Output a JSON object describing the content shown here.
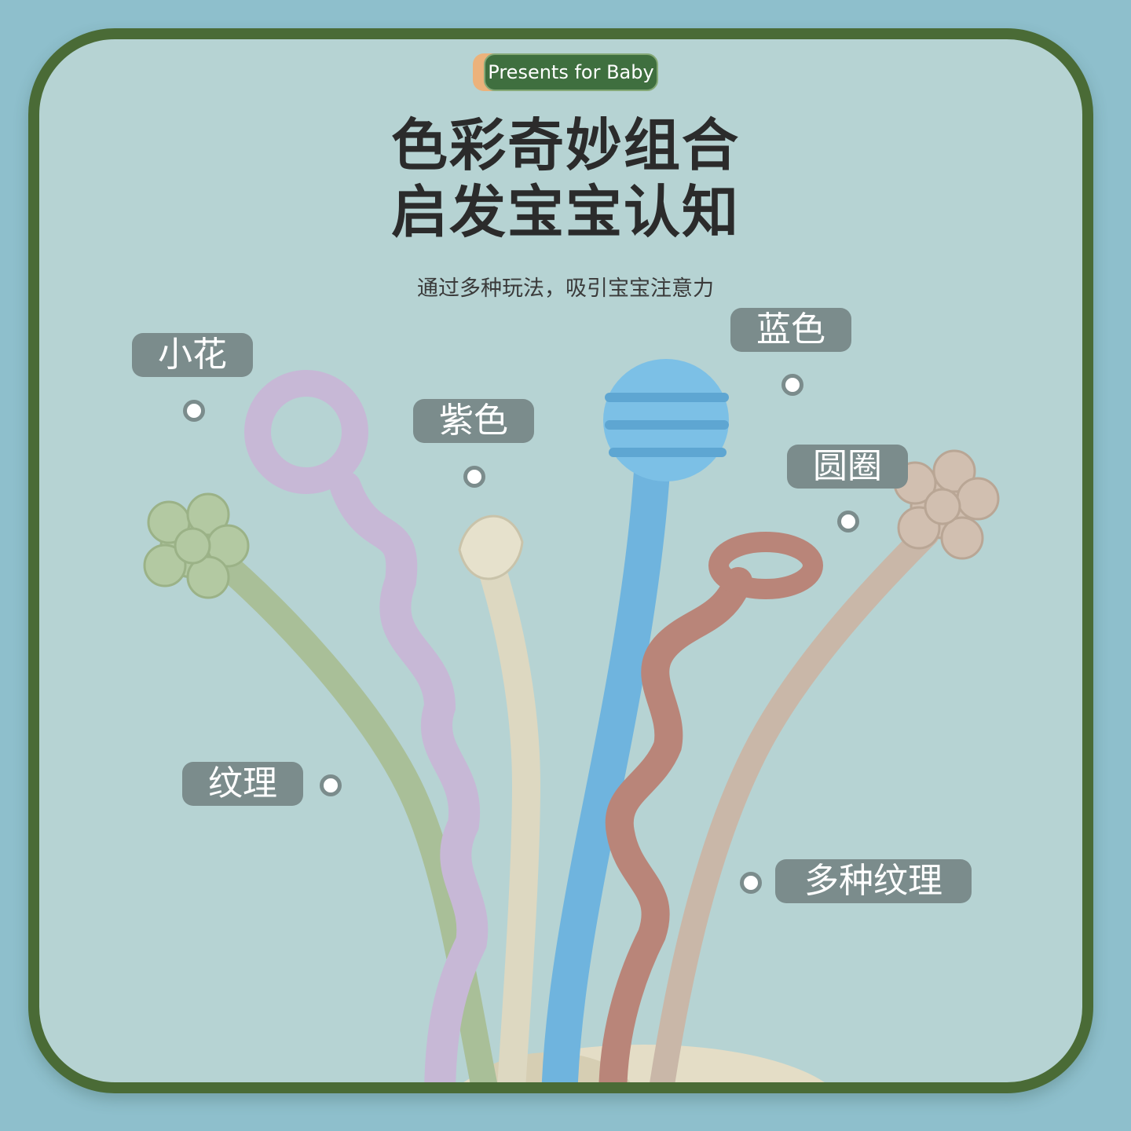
{
  "badge": {
    "label": "Presents for Baby"
  },
  "headline": {
    "line1": "色彩奇妙组合",
    "line2": "启发宝宝认知"
  },
  "subtitle": "通过多种玩法，吸引宝宝注意力",
  "callouts": {
    "flower": "小花",
    "purple": "紫色",
    "blue": "蓝色",
    "ring": "圆圈",
    "texture": "纹理",
    "multi_texture": "多种纹理"
  },
  "colors": {
    "frame": "#4a6b36",
    "panel": "#b6d3d3",
    "tag": "#7b8c8c",
    "green_stick": "#a9bf98",
    "purple_stick": "#c7b8d6",
    "cream_stick": "#ddd8c1",
    "blue_stick": "#6fb4de",
    "pink_stick": "#b98579",
    "beige_stick": "#c9b7a8"
  }
}
